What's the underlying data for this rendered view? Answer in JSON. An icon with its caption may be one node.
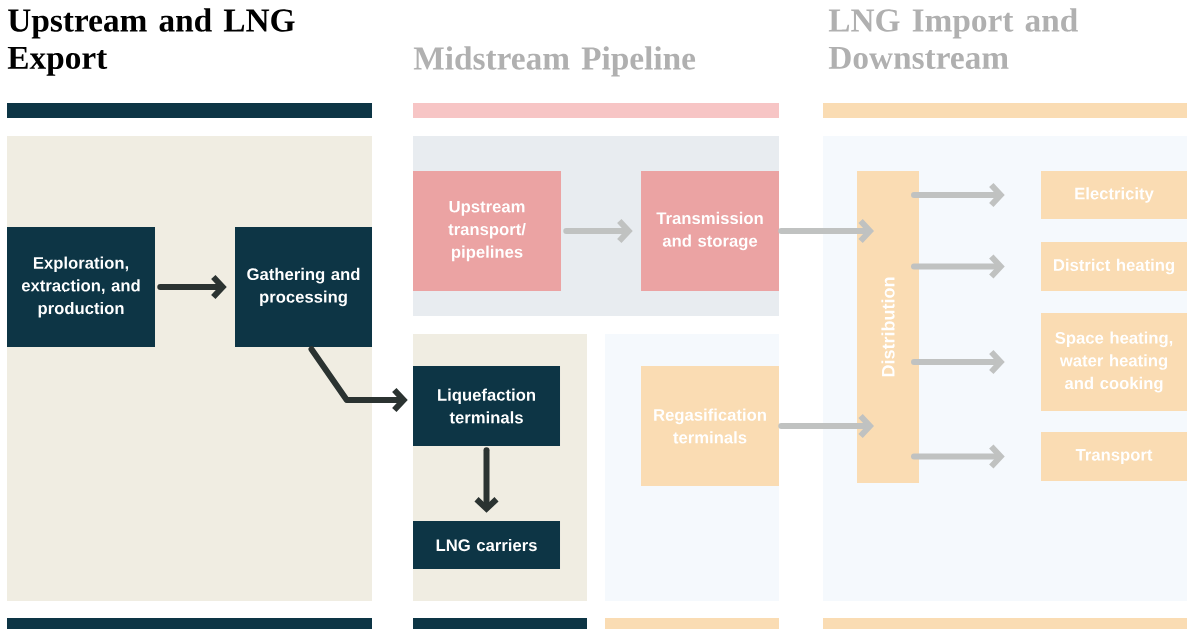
{
  "diagram": {
    "nodes": [
      {
        "text": [
          "Upstream and LNG Export"
        ]
      },
      {
        "text": [
          "Midstream Pipeline"
        ]
      },
      {
        "text": [],
        "shape": "box"
      },
      {
        "text": [],
        "shape": "box"
      },
      {
        "text": [
          "LNG Import and Downstream"
        ]
      },
      {
        "text": [
          "Exploration, extraction, and production"
        ],
        "in": 0
      },
      {
        "text": [
          "Gathering and processing"
        ],
        "in": 0
      },
      {
        "text": [
          "Upstream transport/ pipelines"
        ],
        "in": 1
      },
      {
        "text": [
          "Transmission and storage"
        ],
        "in": 1
      },
      {
        "text": [
          "Liquefaction terminals"
        ],
        "in": 2
      },
      {
        "text": [
          "LNG carriers"
        ],
        "in": 2
      },
      {
        "text": [
          "Regasification terminals"
        ],
        "in": 3
      },
      {
        "text": [
          "Distribution"
        ],
        "in": 4
      },
      {
        "text": [
          "Electricity"
        ],
        "in": 4
      },
      {
        "text": [
          "District heating"
        ],
        "in": 4
      },
      {
        "text": [
          "Space heating, water heating and cooking"
        ],
        "in": 4
      },
      {
        "text": [
          "Transport"
        ],
        "in": 4
      }
    ],
    "edges": [
      {
        "from": 5,
        "to": 6,
        "arrow": "to",
        "color": "#2b3331"
      },
      {
        "from": 6,
        "to": 9,
        "arrow": "to",
        "color": "#2b3331"
      },
      {
        "from": 9,
        "to": 10,
        "arrow": "to",
        "color": "#2b3331"
      },
      {
        "from": 7,
        "to": 8,
        "arrow": "to"
      },
      {
        "from": 8,
        "to": 12,
        "arrow": "to"
      },
      {
        "from": 11,
        "to": 12,
        "arrow": "to"
      },
      {
        "from": 12,
        "to": 13,
        "arrow": "to"
      },
      {
        "from": 12,
        "to": 14,
        "arrow": "to"
      },
      {
        "from": 12,
        "to": 15,
        "arrow": "to"
      },
      {
        "from": 12,
        "to": 16,
        "arrow": "to"
      }
    ]
  }
}
